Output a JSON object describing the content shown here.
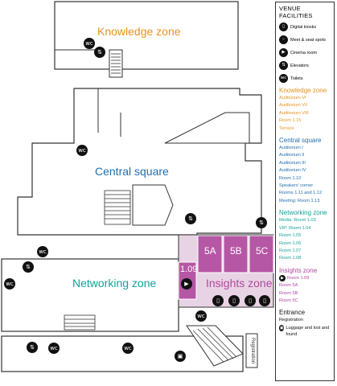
{
  "colors": {
    "knowledge": "#e8921e",
    "central": "#1f6fb0",
    "networking": "#12a39a",
    "insights": "#b0489e",
    "insights_room": "#b557a4",
    "insights_area": "#e8d3e4"
  },
  "map": {
    "zones": {
      "knowledge": "Knowledge zone",
      "central": "Central square",
      "networking": "Networking zone",
      "insights": "Insights zone"
    },
    "rooms": {
      "r109": "1.09",
      "r5a": "5A",
      "r5b": "5B",
      "r5c": "5C"
    },
    "registration": "Registration",
    "icons": [
      {
        "id": "wc-knowledge",
        "icon": "toilets-icon"
      },
      {
        "id": "elevator-knowledge",
        "icon": "elevator-icon"
      },
      {
        "id": "wc-central",
        "icon": "toilets-icon"
      },
      {
        "id": "elevator-central",
        "icon": "elevator-icon"
      },
      {
        "id": "elevator-east",
        "icon": "elevator-icon"
      },
      {
        "id": "wc-networking-top",
        "icon": "toilets-icon"
      },
      {
        "id": "elevator-networking",
        "icon": "elevator-icon"
      },
      {
        "id": "wc-networking-left",
        "icon": "toilets-icon"
      },
      {
        "id": "wc-insights",
        "icon": "toilets-icon"
      },
      {
        "id": "elevator-bottom",
        "icon": "elevator-icon"
      },
      {
        "id": "wc-bottom-left",
        "icon": "toilets-icon"
      },
      {
        "id": "wc-bottom-mid",
        "icon": "toilets-icon"
      },
      {
        "id": "luggage",
        "icon": "luggage-icon"
      },
      {
        "id": "cinema-109",
        "icon": "cinema-icon"
      },
      {
        "id": "kiosk-1",
        "icon": "digital-kiosk-icon"
      },
      {
        "id": "kiosk-2",
        "icon": "digital-kiosk-icon"
      },
      {
        "id": "kiosk-3",
        "icon": "digital-kiosk-icon"
      },
      {
        "id": "kiosk-4",
        "icon": "digital-kiosk-icon"
      }
    ]
  },
  "legend": {
    "title": "VENUE FACILITIES",
    "items": [
      {
        "label": "Digital kiosks",
        "icon": "digital-kiosk-icon"
      },
      {
        "label": "Meet & seat spots",
        "icon": "meet-seat-icon"
      },
      {
        "label": "Cinema room",
        "icon": "cinema-icon"
      },
      {
        "label": "Elevators",
        "icon": "elevator-icon"
      },
      {
        "label": "Toilets",
        "icon": "toilets-icon"
      }
    ],
    "sections": {
      "knowledge": {
        "title": "Knowledge zone",
        "items": [
          "Auditorium VI",
          "Auditorium VII",
          "Auditorium VIII",
          "Room 1.15",
          "Terrace"
        ]
      },
      "central": {
        "title": "Central square",
        "items": [
          "Auditorium I",
          "Auditorium II",
          "Auditorium III",
          "Auditorium IV",
          "Room 1.10",
          "Speakers' corner",
          "Rooms 1.11 and 1.12",
          "Meeting: Room 1.13"
        ]
      },
      "networking": {
        "title": "Networking zone",
        "items": [
          "Media: Room 1.03",
          "VIP: Room 1.04",
          "Room 1.05",
          "Room 1.06",
          "Room 1.07",
          "Room 1.08"
        ]
      },
      "insights": {
        "title": "Insights zone",
        "items": [
          "Room 1.09",
          "Room 5A",
          "Room 5B",
          "Room 5C"
        ]
      },
      "entrance": {
        "title": "Entrance",
        "registration": "Registration",
        "luggage": "Luggage and lost and found"
      }
    }
  }
}
